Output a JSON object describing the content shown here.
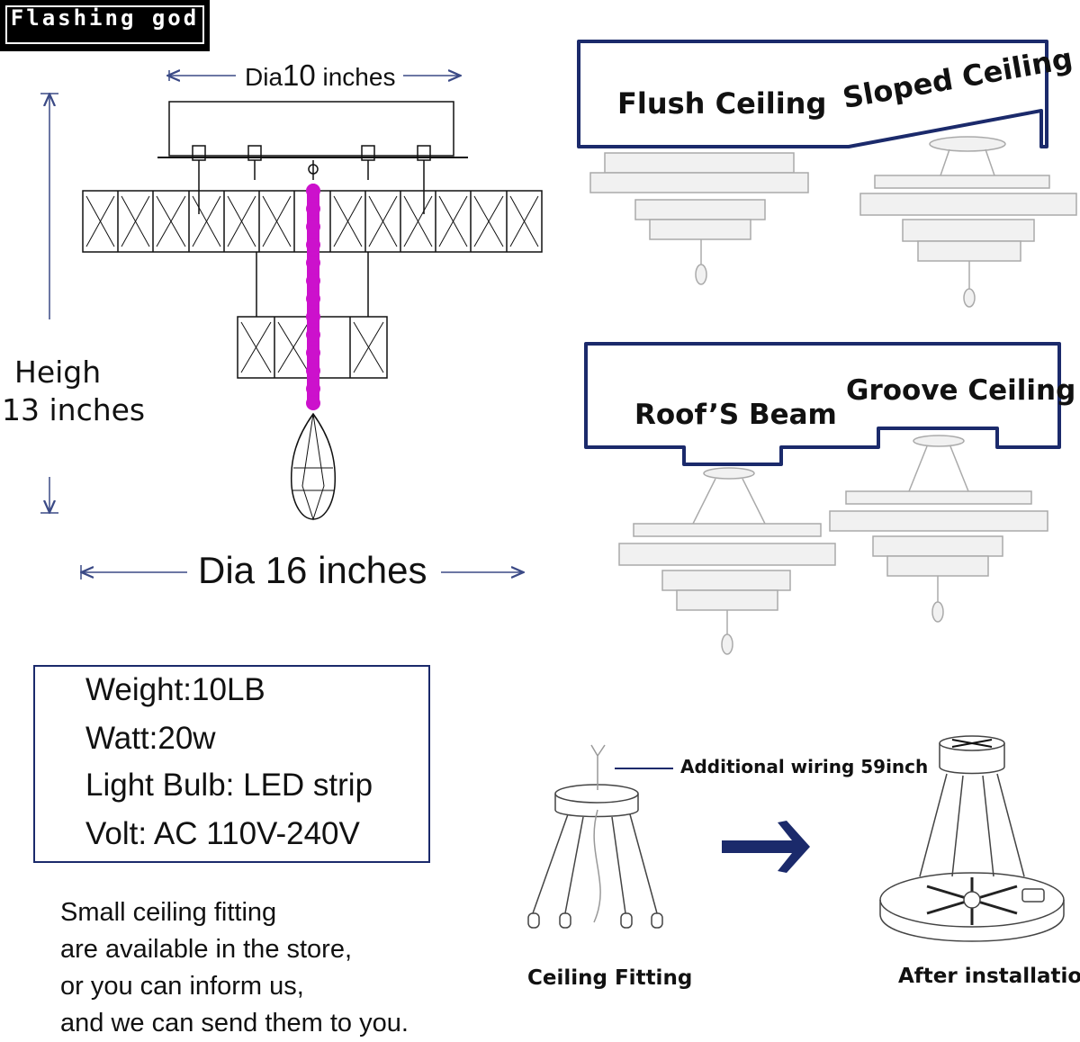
{
  "brand": {
    "name": "Flashing god"
  },
  "dimensions": {
    "top_width": {
      "prefix": "Dia",
      "value": "10",
      "unit": "inches"
    },
    "height": {
      "label": "Heigh",
      "value": "13 inches"
    },
    "bottom_width": {
      "prefix": "Dia ",
      "value": "16",
      "unit": "inches"
    }
  },
  "ceiling_types": {
    "flush": "Flush Ceiling",
    "sloped": "Sloped Ceiling",
    "beam": "Roof’S Beam",
    "groove": "Groove Ceiling"
  },
  "specs": {
    "weight": "Weight:10LB",
    "watt": "Watt:20w",
    "bulb": "Light Bulb: LED strip",
    "volt": "Volt: AC 110V-240V"
  },
  "note": {
    "line1": "Small ceiling fitting",
    "line2": "are available in the store,",
    "line3": "or you can inform us,",
    "line4": "and we can send them to you."
  },
  "installation": {
    "wiring": "Additional wiring 59inch",
    "fitting": "Ceiling Fitting",
    "after": "After installation"
  },
  "colors": {
    "accent": "#cc11cc",
    "frame": "#1b2a6b",
    "line": "#3b4a86"
  }
}
